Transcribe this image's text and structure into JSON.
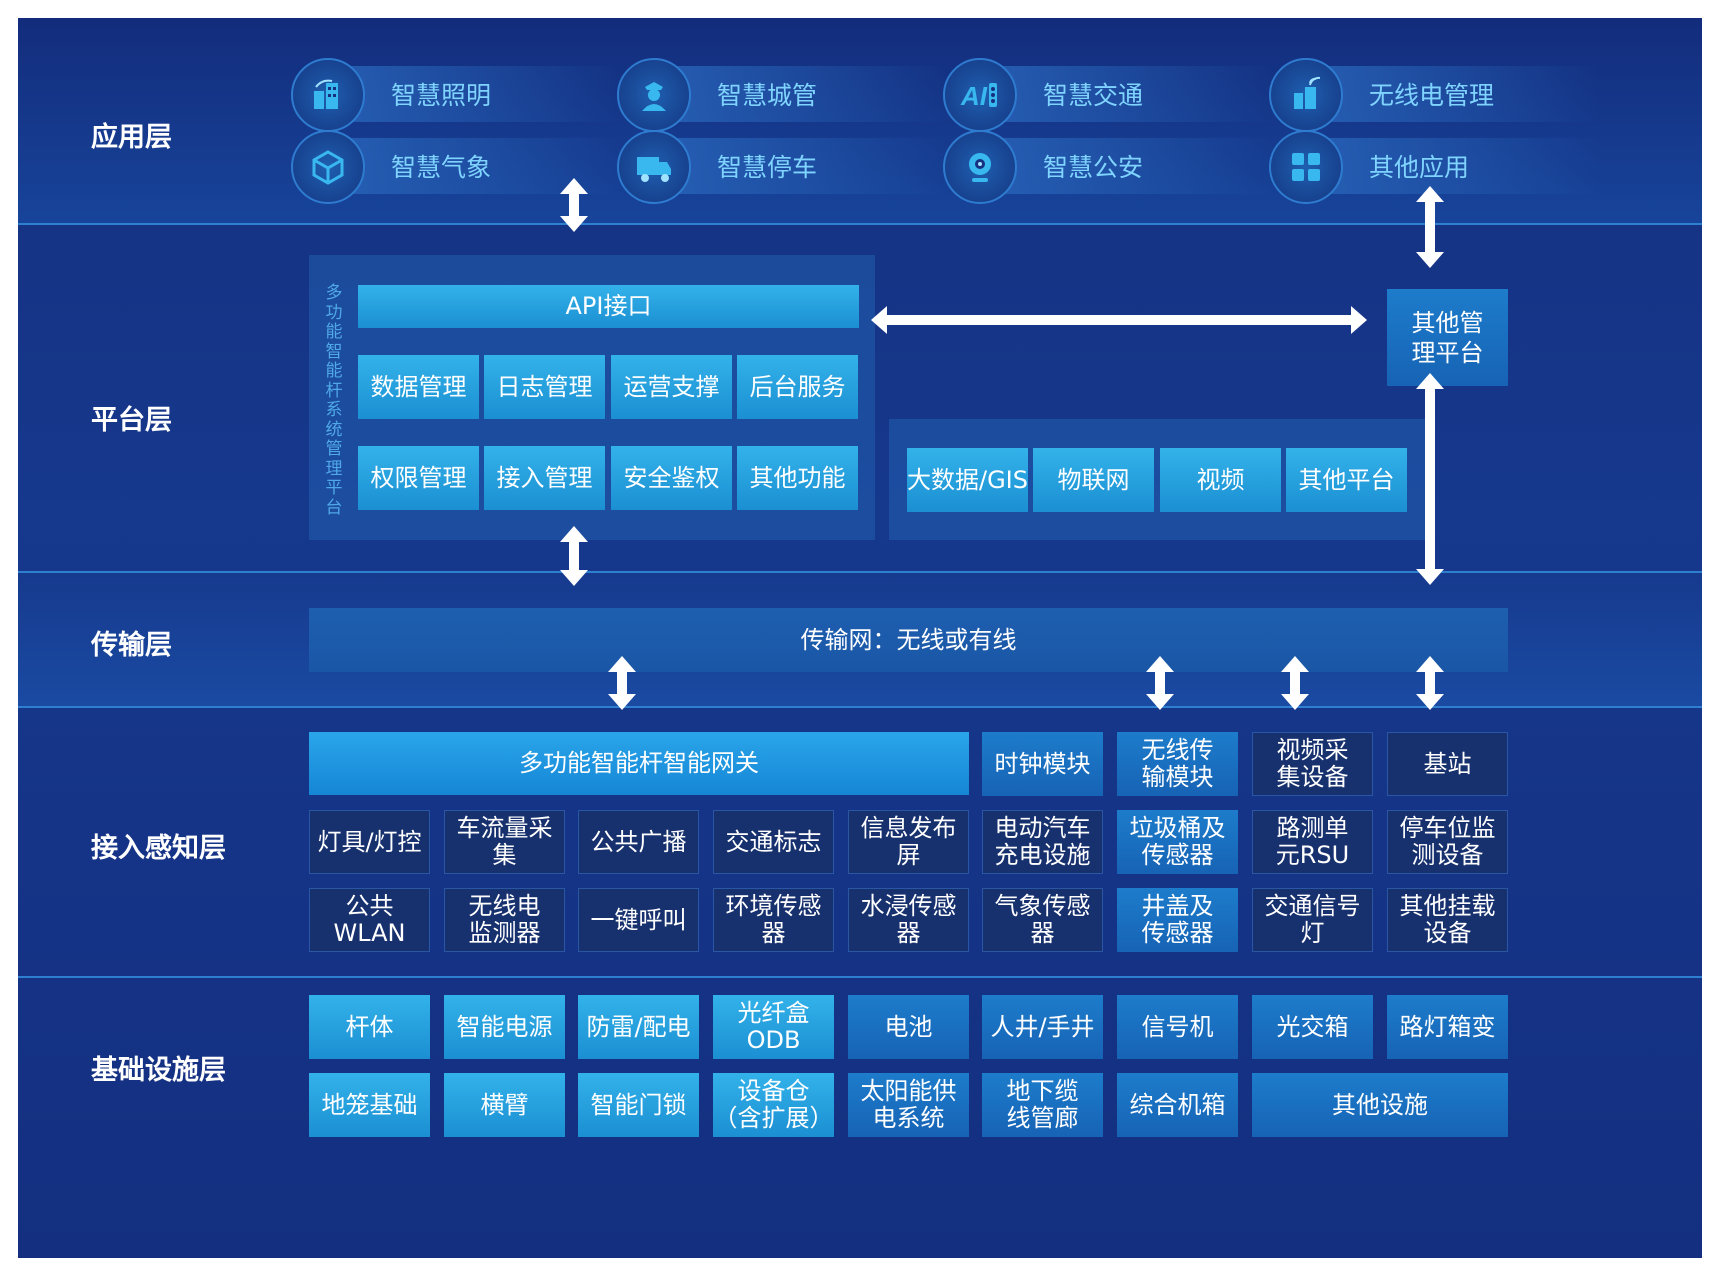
{
  "layers": {
    "app": "应用层",
    "platform": "平台层",
    "transport": "传输层",
    "access": "接入感知层",
    "infra": "基础设施层"
  },
  "apps": [
    {
      "label": "智慧照明",
      "icon": "lighting-building-icon"
    },
    {
      "label": "智慧城管",
      "icon": "city-officer-icon"
    },
    {
      "label": "智慧交通",
      "icon": "ai-traffic-icon"
    },
    {
      "label": "无线电管理",
      "icon": "radio-building-icon"
    },
    {
      "label": "智慧气象",
      "icon": "weather-cube-icon"
    },
    {
      "label": "智慧停车",
      "icon": "parking-truck-icon"
    },
    {
      "label": "智慧公安",
      "icon": "security-camera-icon"
    },
    {
      "label": "其他应用",
      "icon": "grid-apps-icon"
    }
  ],
  "platform": {
    "system_vertical": "多功能智能杆系统管理平台",
    "api": "API接口",
    "row1": [
      "数据管理",
      "日志管理",
      "运营支撑",
      "后台服务"
    ],
    "row2": [
      "权限管理",
      "接入管理",
      "安全鉴权",
      "其他功能"
    ],
    "other_platforms": [
      "大数据/GIS",
      "物联网",
      "视频",
      "其他平台"
    ],
    "other_mgmt": "其他管\n理平台"
  },
  "transport": {
    "network": "传输网：无线或有线"
  },
  "access": {
    "gateway": "多功能智能杆智能网关",
    "row1": [
      {
        "label": "时钟模块",
        "style": "mid"
      },
      {
        "label": "无线传\n输模块",
        "style": "mid"
      },
      {
        "label": "视频采\n集设备",
        "style": "dark"
      },
      {
        "label": "基站",
        "style": "dark"
      }
    ],
    "row2": [
      {
        "label": "灯具/灯控",
        "style": "dark"
      },
      {
        "label": "车流量采集",
        "style": "dark"
      },
      {
        "label": "公共广播",
        "style": "dark"
      },
      {
        "label": "交通标志",
        "style": "dark"
      },
      {
        "label": "信息发布屏",
        "style": "dark"
      },
      {
        "label": "电动汽车\n充电设施",
        "style": "dark"
      },
      {
        "label": "垃圾桶及\n传感器",
        "style": "mid"
      },
      {
        "label": "路测单\n元RSU",
        "style": "dark"
      },
      {
        "label": "停车位监\n测设备",
        "style": "dark"
      }
    ],
    "row3": [
      {
        "label": "公共WLAN",
        "style": "dark"
      },
      {
        "label": "无线电\n监测器",
        "style": "dark"
      },
      {
        "label": "一键呼叫",
        "style": "dark"
      },
      {
        "label": "环境传感器",
        "style": "dark"
      },
      {
        "label": "水浸传感器",
        "style": "dark"
      },
      {
        "label": "气象传感器",
        "style": "dark"
      },
      {
        "label": "井盖及\n传感器",
        "style": "mid"
      },
      {
        "label": "交通信号灯",
        "style": "dark"
      },
      {
        "label": "其他挂载\n设备",
        "style": "dark"
      }
    ]
  },
  "infra": {
    "row1": [
      {
        "label": "杆体",
        "style": "light"
      },
      {
        "label": "智能电源",
        "style": "light"
      },
      {
        "label": "防雷/配电",
        "style": "light"
      },
      {
        "label": "光纤盒ODB",
        "style": "light"
      },
      {
        "label": "电池",
        "style": "mid"
      },
      {
        "label": "人井/手井",
        "style": "mid"
      },
      {
        "label": "信号机",
        "style": "mid"
      },
      {
        "label": "光交箱",
        "style": "mid"
      },
      {
        "label": "路灯箱变",
        "style": "mid"
      }
    ],
    "row2": [
      {
        "label": "地笼基础",
        "style": "light"
      },
      {
        "label": "横臂",
        "style": "light"
      },
      {
        "label": "智能门锁",
        "style": "light"
      },
      {
        "label": "设备仓\n（含扩展）",
        "style": "light"
      },
      {
        "label": "太阳能供\n电系统",
        "style": "mid"
      },
      {
        "label": "地下缆\n线管廊",
        "style": "mid"
      },
      {
        "label": "综合机箱",
        "style": "mid"
      },
      {
        "label": "其他设施",
        "style": "mid"
      }
    ]
  },
  "colors": {
    "background": "#15307f",
    "light_box": "#28a6e4",
    "mid_box": "#1a70c0",
    "dark_box": "#17306e",
    "app_text": "#7fd3ff",
    "arrow": "#ffffff"
  }
}
